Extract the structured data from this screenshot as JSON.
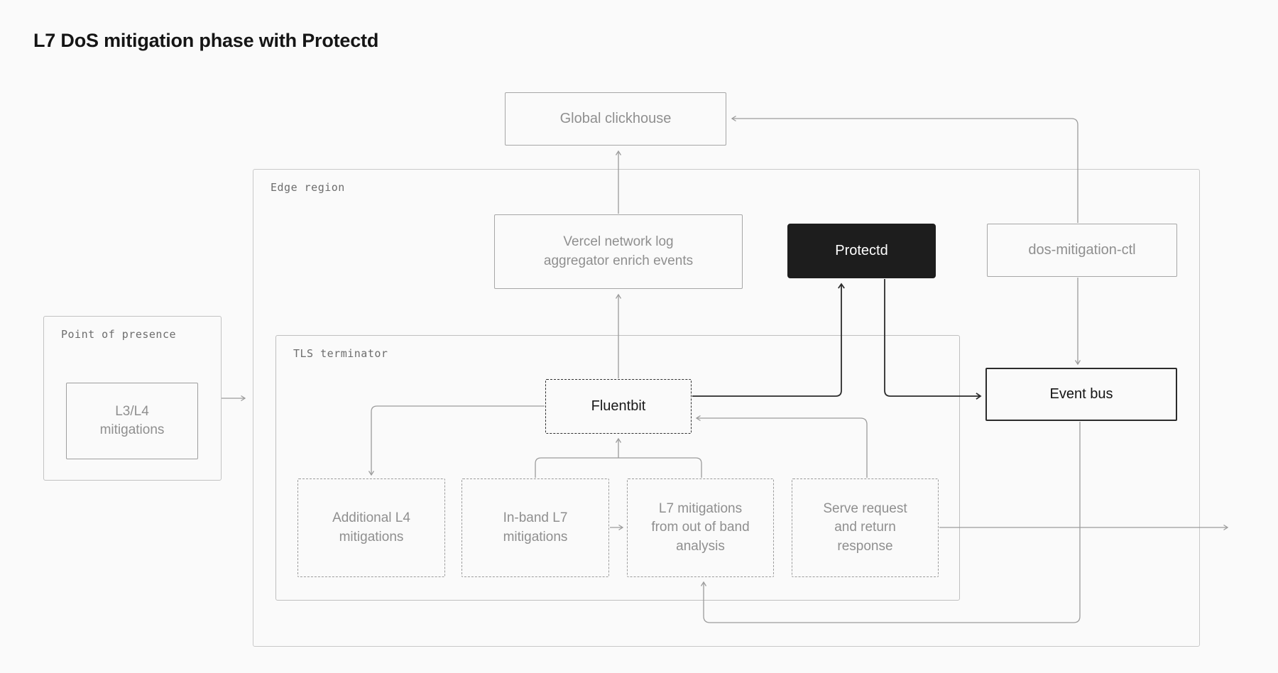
{
  "title": "L7 DoS mitigation phase with Protectd",
  "containers": {
    "edge_region": {
      "label": "Edge region"
    },
    "tls_terminator": {
      "label": "TLS terminator"
    },
    "point_of_presence": {
      "label": "Point of presence"
    }
  },
  "nodes": {
    "global_clickhouse": {
      "label": "Global clickhouse"
    },
    "vercel_aggregator": {
      "label": "Vercel network log aggregator enrich events"
    },
    "protectd": {
      "label": "Protectd"
    },
    "dos_mitigation_ctl": {
      "label": "dos-mitigation-ctl"
    },
    "l3_l4_mitigations": {
      "label": "L3/L4 mitigations"
    },
    "fluentbit": {
      "label": "Fluentbit"
    },
    "additional_l4": {
      "label": "Additional L4 mitigations"
    },
    "inband_l7": {
      "label": "In-band L7 mitigations"
    },
    "l7_oob": {
      "label": "L7 mitigations from out of band analysis"
    },
    "serve_request": {
      "label": "Serve request and return response"
    },
    "event_bus": {
      "label": "Event bus"
    }
  },
  "edges": [
    {
      "id": "pop-to-edge-region",
      "from": "point_of_presence",
      "to": "edge_region",
      "style": "gray"
    },
    {
      "id": "fluentbit-to-vercel",
      "from": "fluentbit",
      "to": "vercel_aggregator",
      "style": "gray"
    },
    {
      "id": "vercel-to-clickhouse",
      "from": "vercel_aggregator",
      "to": "global_clickhouse",
      "style": "gray"
    },
    {
      "id": "dosctl-to-clickhouse",
      "from": "dos_mitigation_ctl",
      "to": "global_clickhouse",
      "style": "gray"
    },
    {
      "id": "dosctl-to-eventbus",
      "from": "dos_mitigation_ctl",
      "to": "event_bus",
      "style": "gray"
    },
    {
      "id": "fluentbit-to-additional-l4",
      "from": "fluentbit",
      "to": "additional_l4",
      "style": "gray"
    },
    {
      "id": "l7-boxes-to-fluentbit",
      "from": "inband_l7, l7_oob",
      "to": "fluentbit",
      "style": "gray"
    },
    {
      "id": "inband-to-oob",
      "from": "inband_l7",
      "to": "l7_oob",
      "style": "gray"
    },
    {
      "id": "serve-to-fluentbit",
      "from": "serve_request",
      "to": "fluentbit",
      "style": "gray"
    },
    {
      "id": "eventbus-to-oob",
      "from": "event_bus",
      "to": "l7_oob",
      "style": "gray"
    },
    {
      "id": "serve-to-exit-right",
      "from": "serve_request",
      "to": "external",
      "style": "gray"
    },
    {
      "id": "fluentbit-to-protectd",
      "from": "fluentbit",
      "to": "protectd",
      "style": "dark"
    },
    {
      "id": "protectd-to-eventbus",
      "from": "protectd",
      "to": "event_bus",
      "style": "dark"
    }
  ],
  "colors": {
    "background": "#fafafa",
    "node_border": "#a6a6a6",
    "container_border": "#c9c9c9",
    "muted_text": "#8f8f8f",
    "mono_label_text": "#6d6d6d",
    "dark_text": "#151515",
    "gray_line": "#9c9c9c",
    "dark_line": "#2b2b2b",
    "protectd_bg": "#1d1d1d",
    "protectd_text": "#ffffff"
  }
}
